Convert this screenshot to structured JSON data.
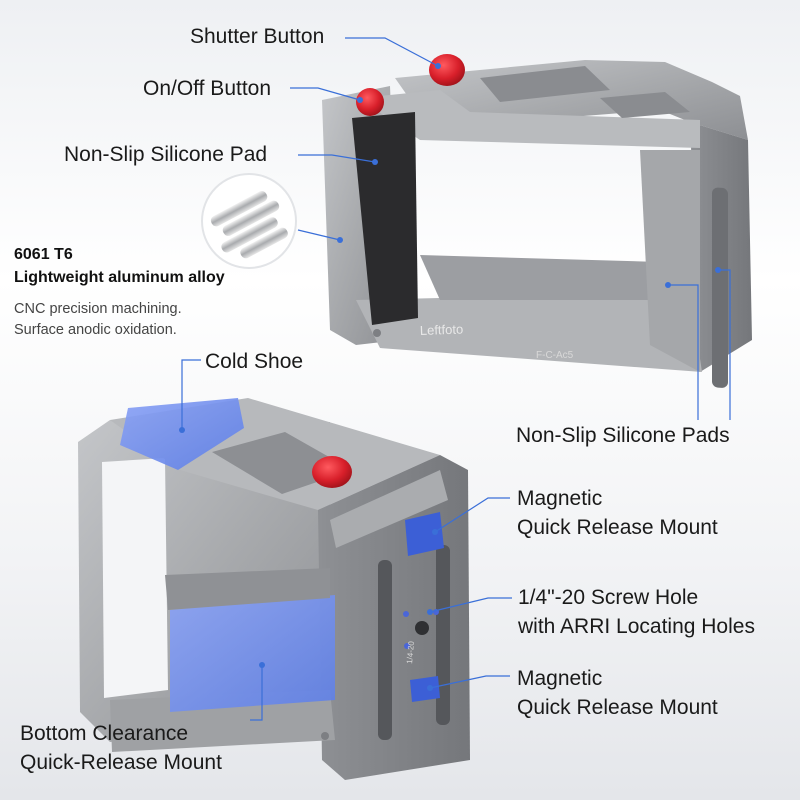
{
  "callouts": {
    "shutter_button": "Shutter Button",
    "onoff_button": "On/Off Button",
    "silicone_pad": "Non-Slip Silicone Pad",
    "cold_shoe": "Cold Shoe",
    "silicone_pads": "Non-Slip Silicone Pads",
    "magnetic_top_line1": "Magnetic",
    "magnetic_top_line2": "Quick Release Mount",
    "screw_line1": "1/4\"-20 Screw Hole",
    "screw_line2": "with ARRI Locating Holes",
    "magnetic_bottom_line1": "Magnetic",
    "magnetic_bottom_line2": "Quick Release Mount",
    "bottom_line1": "Bottom Clearance",
    "bottom_line2": "Quick-Release Mount"
  },
  "spec": {
    "grade": "6061 T6",
    "material": "Lightweight aluminum alloy",
    "process1": "CNC precision machining.",
    "process2": "Surface anodic oxidation."
  },
  "product": {
    "brand": "Leftfoto",
    "model": "F-C-Ac5",
    "screw_marking": "1/4-20"
  },
  "colors": {
    "callout_line": "#3a6fd8",
    "aluminum": "#a9abae",
    "red_button": "#d81f2a",
    "blue_pad": "#6f8ef0"
  }
}
